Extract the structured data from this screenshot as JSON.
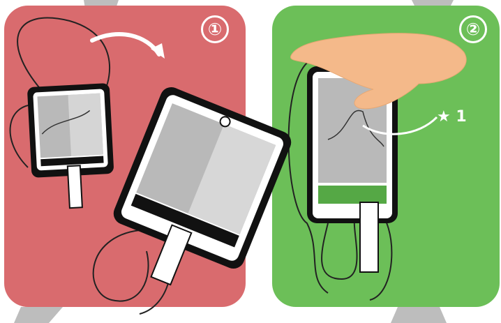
{
  "step_badges": [
    {
      "label": "①",
      "color": "#d96b6e"
    },
    {
      "label": "②",
      "color": "#6cbf58"
    }
  ],
  "annotation": {
    "star_symbol": "★",
    "number": "1"
  },
  "colors": {
    "panel_red": "#d96b6e",
    "panel_green": "#6cbf58",
    "bag_gray": "#b9b9b9",
    "bag_dark": "#111111",
    "skin": "#f4b98a",
    "background_gray": "#bdbdbd"
  },
  "icons": [
    "curved-arrow-icon",
    "hand-icon",
    "star-icon"
  ]
}
